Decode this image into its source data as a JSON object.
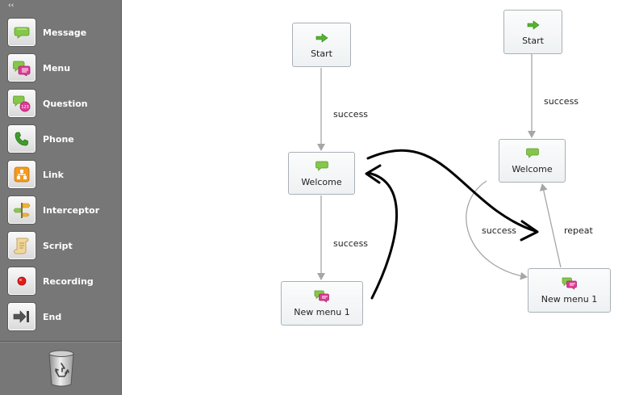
{
  "sidebar": {
    "collapse": "‹‹",
    "tools": [
      {
        "label": "Message",
        "icon": "message-bubble-icon"
      },
      {
        "label": "Menu",
        "icon": "menu-bubbles-icon"
      },
      {
        "label": "Question",
        "icon": "question-bubble-icon"
      },
      {
        "label": "Phone",
        "icon": "phone-icon"
      },
      {
        "label": "Link",
        "icon": "link-icon"
      },
      {
        "label": "Interceptor",
        "icon": "signpost-icon"
      },
      {
        "label": "Script",
        "icon": "scroll-icon"
      },
      {
        "label": "Recording",
        "icon": "record-icon"
      },
      {
        "label": "End",
        "icon": "end-arrow-icon"
      }
    ],
    "question_badge": "123",
    "trash_icon": "recycle-bin-icon"
  },
  "flow_left": {
    "start": "Start",
    "welcome": "Welcome",
    "menu": "New menu 1",
    "edge_start_welcome": "success",
    "edge_welcome_menu": "success"
  },
  "flow_right": {
    "start": "Start",
    "welcome": "Welcome",
    "menu": "New menu 1",
    "edge_start_welcome": "success",
    "edge_welcome_menu": "success",
    "edge_menu_welcome": "repeat"
  },
  "colors": {
    "sidebar_bg": "#777777",
    "edge": "#a6a6a6",
    "annotation": "#000000",
    "message_green": "#7cc243",
    "menu_pink": "#d6338f",
    "start_arrow": "#4caf2a"
  }
}
